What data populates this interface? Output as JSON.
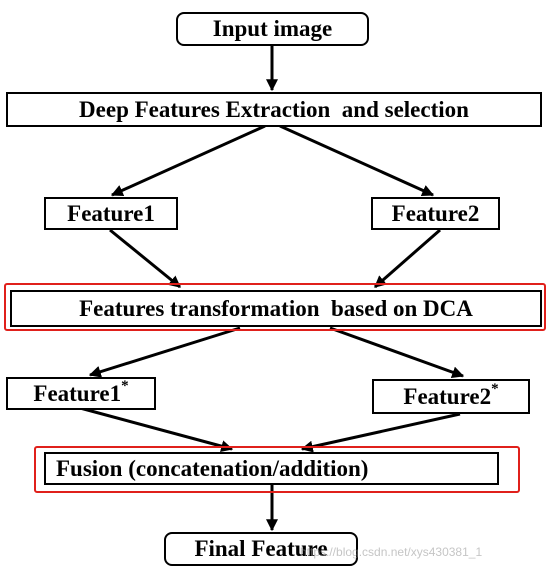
{
  "nodes": {
    "input": "Input image",
    "deep": "Deep Features Extraction  and selection",
    "feature1": "Feature1",
    "feature2": "Feature2",
    "transform": "Features transformation  based on DCA",
    "feature1_star": "Feature1",
    "feature2_star": "Feature2",
    "star": "*",
    "fusion": "Fusion (concatenation/addition)",
    "final": "Final Feature"
  },
  "highlight_color": "#e0201b",
  "watermark": "https://blog.csdn.net/xys430381_1"
}
